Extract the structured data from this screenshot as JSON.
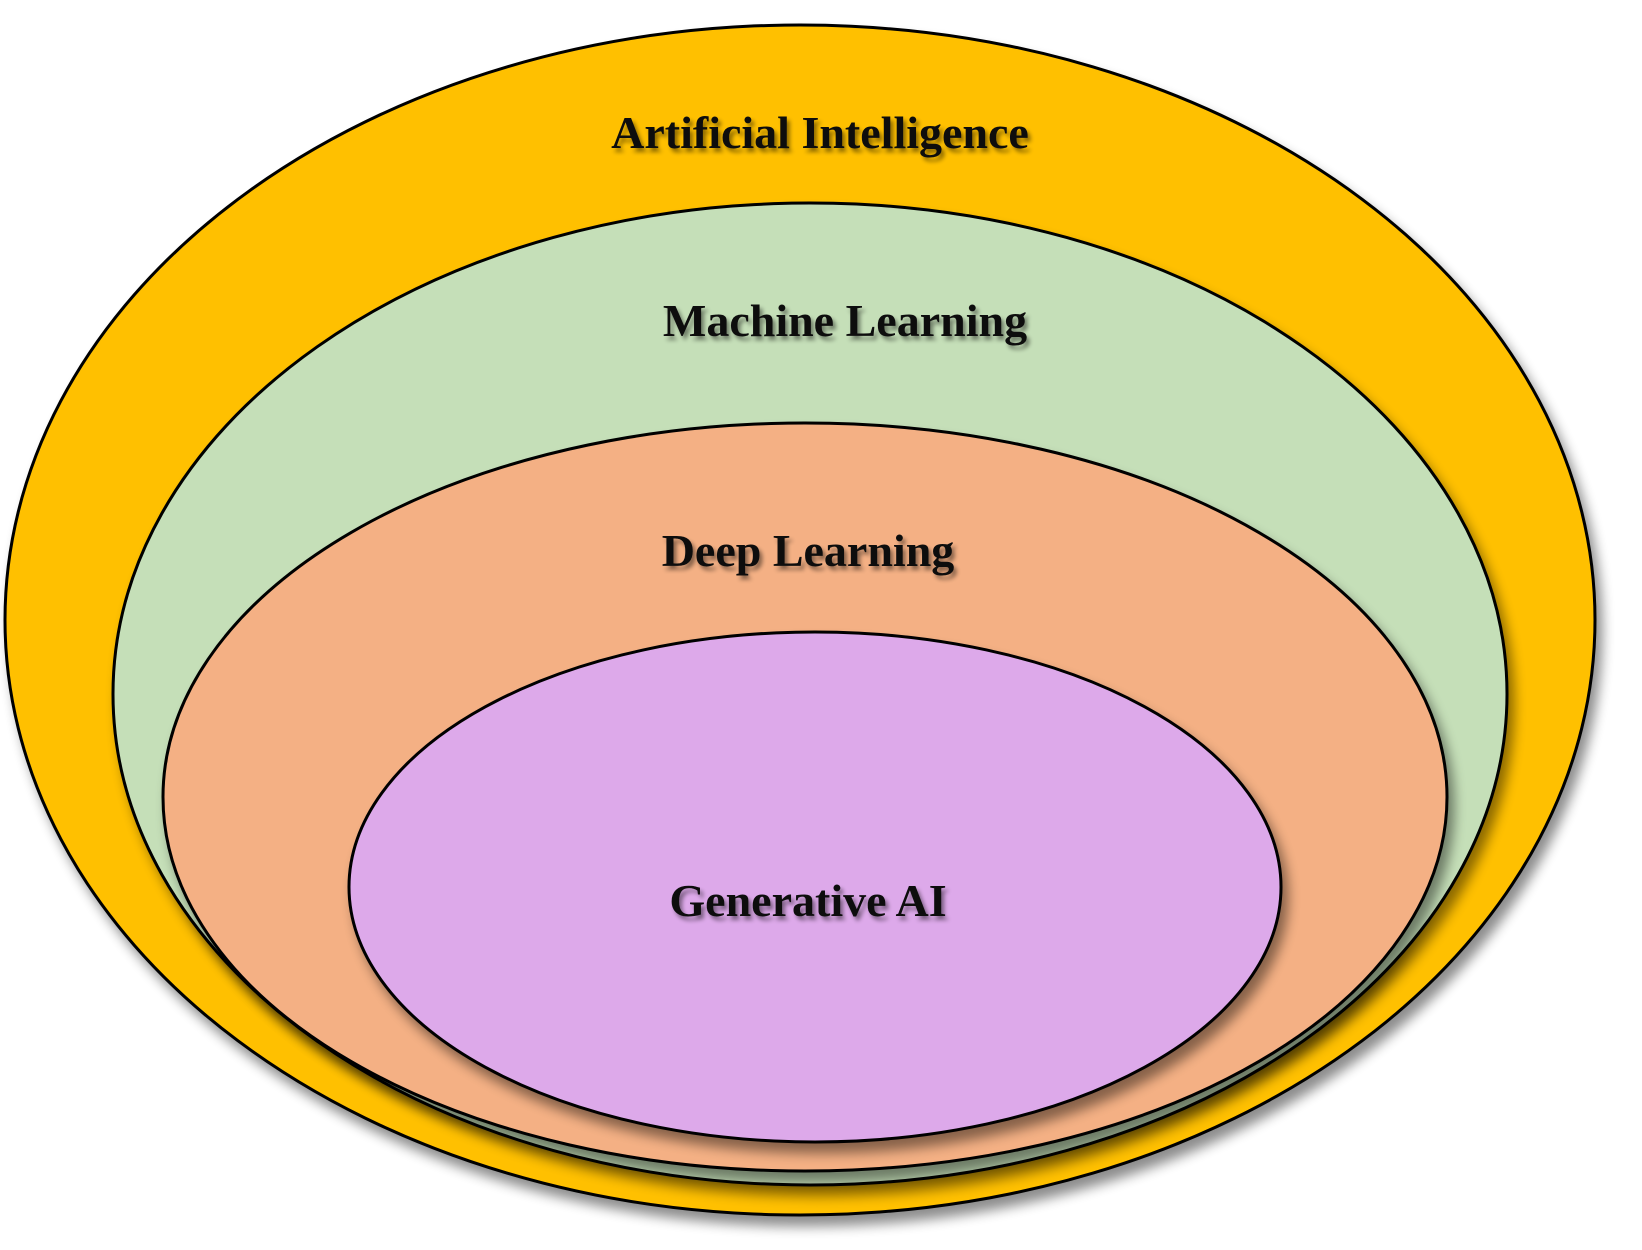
{
  "diagram": {
    "colors": {
      "artificial_intelligence": "#FFC000",
      "machine_learning": "#C5DFB8",
      "deep_learning": "#F4B084",
      "generative_ai": "#DDA9EA",
      "outline": "#000000"
    },
    "labels": {
      "artificial_intelligence": "Artificial Intelligence",
      "machine_learning": "Machine Learning",
      "deep_learning": "Deep Learning",
      "generative_ai": "Generative AI"
    }
  }
}
